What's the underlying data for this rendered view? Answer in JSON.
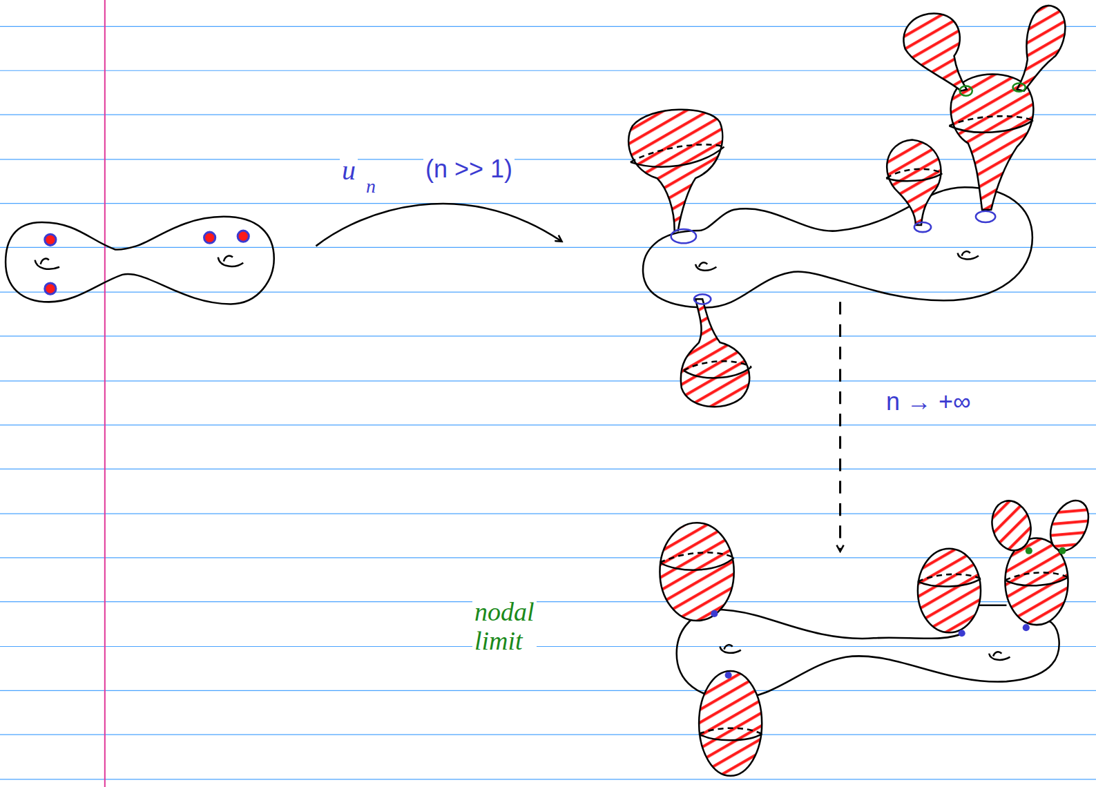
{
  "diagram": {
    "labels": [
      "u",
      "n",
      "(n >> 1)",
      "n → +∞",
      "nodal limit"
    ]
  }
}
